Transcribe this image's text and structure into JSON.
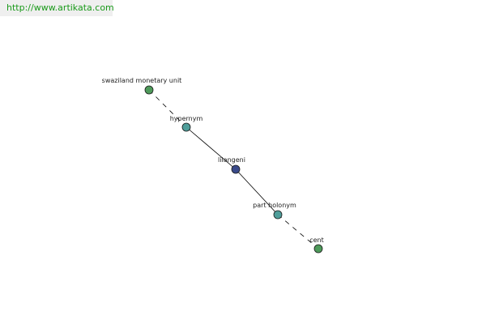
{
  "watermark": {
    "url": "http://www.artikata.com"
  },
  "graph": {
    "nodes": [
      {
        "id": "swaziland",
        "label": "swaziland monetary unit",
        "color": "#4e9a5a"
      },
      {
        "id": "hypernym",
        "label": "hypernym",
        "color": "#4f9e9a"
      },
      {
        "id": "lilangeni",
        "label": "lilangeni",
        "color": "#3a4a8a"
      },
      {
        "id": "partholonym",
        "label": "part holonym",
        "color": "#4f9e9a"
      },
      {
        "id": "cent",
        "label": "cent",
        "color": "#4e9a5a"
      }
    ],
    "edges": [
      {
        "from": "swaziland",
        "to": "hypernym",
        "style": "dashed"
      },
      {
        "from": "hypernym",
        "to": "lilangeni",
        "style": "solid"
      },
      {
        "from": "lilangeni",
        "to": "partholonym",
        "style": "solid"
      },
      {
        "from": "partholonym",
        "to": "cent",
        "style": "dashed"
      }
    ]
  }
}
